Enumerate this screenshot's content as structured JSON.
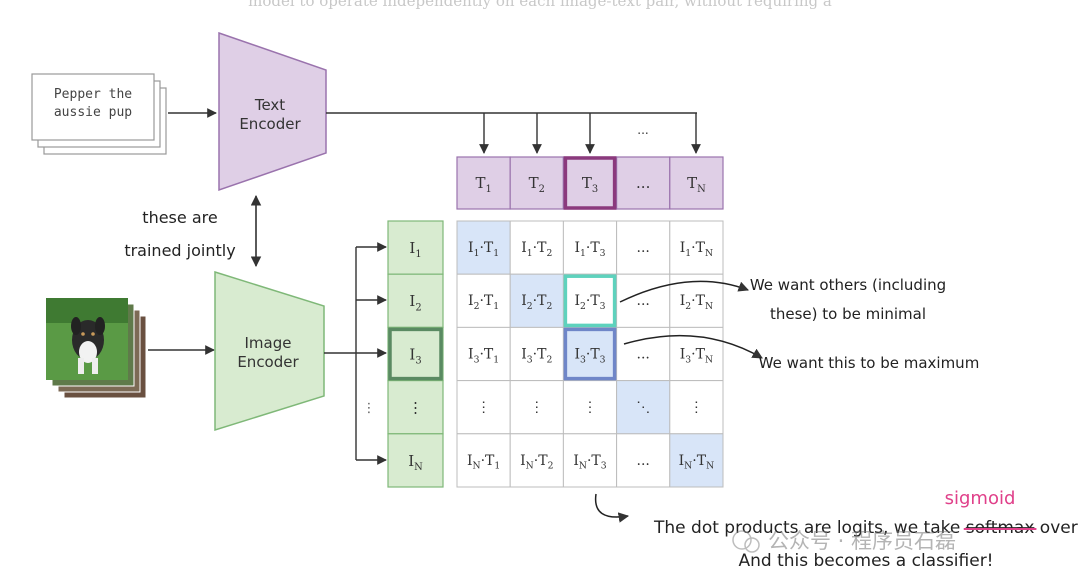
{
  "top_caption": "model to operate independently on each image-text pair, without requiring a",
  "text_input": {
    "line1": "Pepper the",
    "line2": "aussie pup"
  },
  "text_encoder": {
    "line1": "Text",
    "line2": "Encoder"
  },
  "image_encoder": {
    "line1": "Image",
    "line2": "Encoder"
  },
  "joint_note": {
    "line1": "these are",
    "line2": "trained jointly"
  },
  "text_embeddings": [
    "T1",
    "T2",
    "T3",
    "...",
    "TN"
  ],
  "text_dots": "...",
  "image_embeddings": [
    "I1",
    "I2",
    "I3",
    "⋮",
    "IN"
  ],
  "image_vdots": "⋮",
  "matrix": [
    [
      "I1·T1",
      "I1·T2",
      "I1·T3",
      "...",
      "I1·TN"
    ],
    [
      "I2·T1",
      "I2·T2",
      "I2·T3",
      "...",
      "I2·TN"
    ],
    [
      "I3·T1",
      "I3·T2",
      "I3·T3",
      "...",
      "I3·TN"
    ],
    [
      "⋮",
      "⋮",
      "⋮",
      "⋱",
      "⋮"
    ],
    [
      "IN·T1",
      "IN·T2",
      "IN·T3",
      "...",
      "IN·TN"
    ]
  ],
  "notes": {
    "minimal": {
      "line1": "We want others (including",
      "line2": "these) to be minimal"
    },
    "maximum": "We want this to be maximum",
    "bottom_line1_a": "The dot products are logits, we take ",
    "bottom_struck": "softmax",
    "bottom_line1_b": " over them",
    "bottom_line2": "And this becomes a classifier!",
    "replacement": "sigmoid"
  },
  "watermark": "公众号 · 程序员石磊",
  "colors": {
    "text_purple_fill": "#dfcfe6",
    "text_purple_stroke": "#9a73ad",
    "image_green_fill": "#d8ebd0",
    "image_green_stroke": "#7fb878",
    "diag_blue": "#d8e5f8",
    "highlight_purple": "#8b3a7d",
    "highlight_dark_green": "#5a8a62",
    "highlight_teal": "#5ed2bd",
    "highlight_blue": "#6f86c8",
    "sigmoid_pink": "#e0408a"
  }
}
